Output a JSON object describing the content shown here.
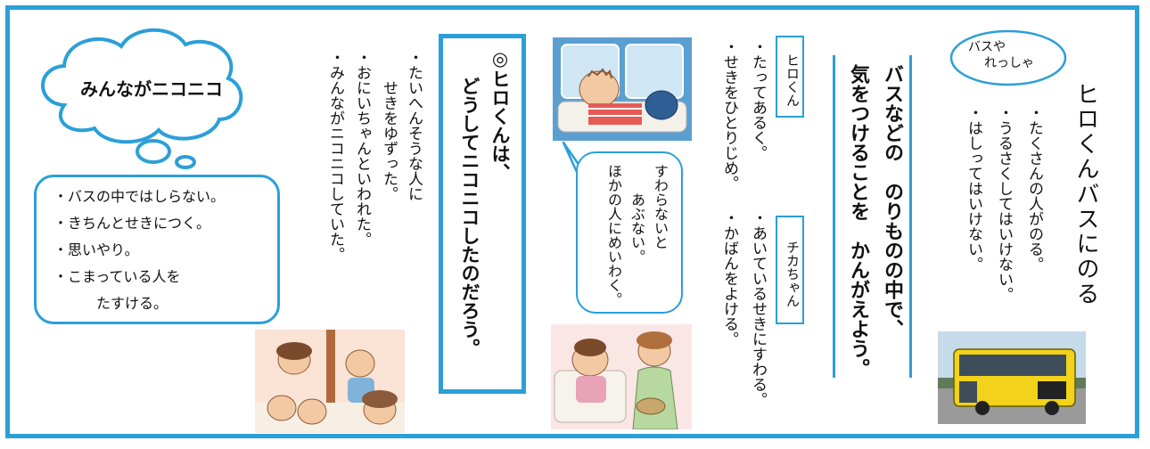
{
  "title": "ヒロくんバスにのる",
  "cloud_top": {
    "line1": "バスや",
    "line2": "れっしゃ"
  },
  "bus_rules": [
    "・たくさんの人がのる。",
    "・うるさくしてはいけない。",
    "・はしってはいけない。"
  ],
  "theme": {
    "line1": "バスなどの　のりものの中で、",
    "line2": "気をつけることを　かんがえよう。"
  },
  "hiro_tag": "ヒロくん",
  "hiro_notes": [
    "・たってあるく。",
    "・せきをひとりじめ。"
  ],
  "chika_tag": "チカちゃん",
  "chika_notes": [
    "・あいているせきにすわる。",
    "・かばんをよける。"
  ],
  "speech": {
    "line1": "すわらないと",
    "line2": "　　あぶない。",
    "line3": "ほかの人にめいわく。"
  },
  "question": {
    "line1": "◎ヒロくんは、",
    "line2": "どうしてニコニコしたのだろう。"
  },
  "answers": [
    "・たいへんそうな人に",
    "　　せきをゆずった。",
    "・おにいちゃんといわれた。",
    "・みんながニコニコしていた。"
  ],
  "cloud_main": "みんながニコニコ",
  "summary": [
    "・バスの中ではしらない。",
    "・きちんとせきにつく。",
    "・思いやり。",
    "・こまっている人を",
    "　　　たすける。"
  ],
  "colors": {
    "accent": "#2b9fd8",
    "bus_yellow": "#f2d21a"
  }
}
